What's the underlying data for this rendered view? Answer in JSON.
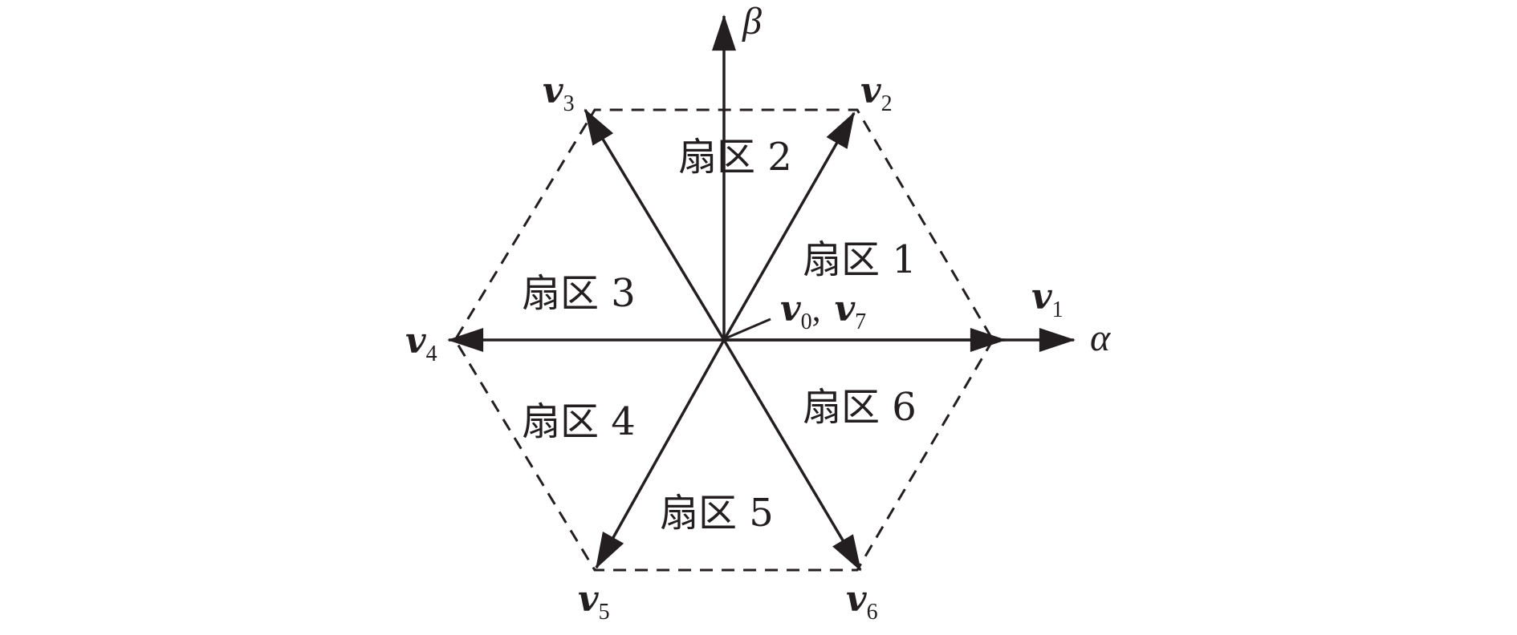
{
  "colors": {
    "ink": "#231f20",
    "background": "#ffffff"
  },
  "axes": {
    "alpha": "α",
    "beta": "β"
  },
  "vectors": [
    {
      "letter": "v",
      "sub": "1"
    },
    {
      "letter": "v",
      "sub": "2"
    },
    {
      "letter": "v",
      "sub": "3"
    },
    {
      "letter": "v",
      "sub": "4"
    },
    {
      "letter": "v",
      "sub": "5"
    },
    {
      "letter": "v",
      "sub": "6"
    }
  ],
  "zero_vectors": {
    "first_letter": "v",
    "first_sub": "0",
    "separator": ",",
    "second_letter": "v",
    "second_sub": "7"
  },
  "sectors": [
    {
      "label": "扇区 1"
    },
    {
      "label": "扇区 2"
    },
    {
      "label": "扇区 3"
    },
    {
      "label": "扇区 4"
    },
    {
      "label": "扇区 5"
    },
    {
      "label": "扇区 6"
    }
  ]
}
